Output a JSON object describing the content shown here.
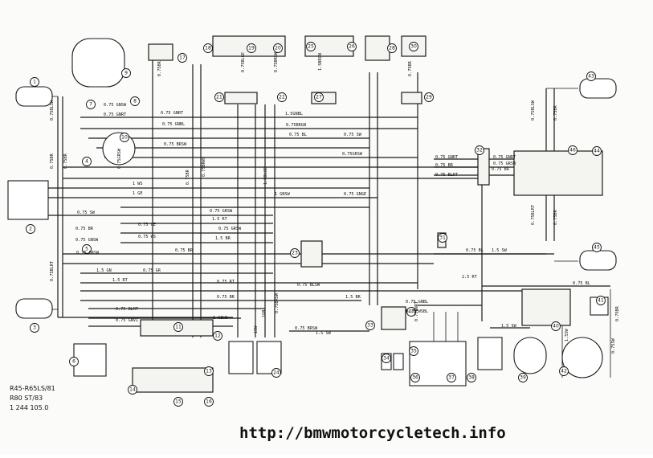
{
  "diagram": {
    "notes": [
      "R45-R65LS/81",
      "R80 ST/83",
      "1 244 105.0"
    ],
    "watermark": "http://bmwmotorcycletech.info",
    "component_numbers": [
      "1",
      "2",
      "3",
      "4",
      "5",
      "6",
      "7",
      "8",
      "9",
      "10",
      "11",
      "12",
      "13",
      "14",
      "15",
      "16",
      "17",
      "18",
      "19",
      "20",
      "21",
      "22",
      "23",
      "24",
      "25",
      "26",
      "27",
      "28",
      "29",
      "30",
      "31",
      "32",
      "33",
      "34",
      "35",
      "36",
      "37",
      "38",
      "39",
      "40",
      "41",
      "42",
      "43",
      "44",
      "45",
      "46",
      "47"
    ],
    "wire_labels": {
      "h1": "0.75 GNRT",
      "h2": "0.75 GNBL",
      "h3": "1.5GNBL",
      "h4": "0.75BRGN",
      "h5": "0.75 BL",
      "h6": "0.75 SW",
      "h7": "0.75 BRSW",
      "h8": "0.75GRSW",
      "h9": "1 WS",
      "h10": "1 GE",
      "h11": "1 GNSW",
      "h12": "0.75 GNGE",
      "h13": "0.75 GRSW",
      "h14": "1.5 RT",
      "h15": "0.75 GE",
      "h16": "0.75 GRSW",
      "h17": "0.75 WS",
      "h18": "1.5 BR",
      "h19": "0.75 BR",
      "h20": "0.75 BL",
      "h21": "1.5 SW",
      "h22": "1.5 GN",
      "h23": "0.75 GR",
      "h24": "1.5 RT",
      "h25": "0.75 RT",
      "h26": "0.75 BLSW",
      "h27": "0.75 BR",
      "h28": "1.5 BR",
      "h29": "2.5 RT",
      "h30": "0.75 BL",
      "h31": "0.75 BLRT",
      "h32": "0.75 GNVI",
      "h33": "1 GEWS",
      "h34": "0.75 BRSW",
      "h35": "1.5 SW",
      "h36": "0.75 GNRT",
      "h37": "0.75 GNRT",
      "h38": "0.75 GRSW",
      "h39": "0.75 BR",
      "h40": "0.75 BR",
      "h41": "0.75 BLRT",
      "h42": "0.75 GNSW",
      "h43": "0.75 GNRT",
      "h44": "0.75 GNBL",
      "h45": "0.75 WSBL",
      "h46": "1.5 SW",
      "h47": "0.75 SW",
      "h48": "0.75 BR",
      "h49": "0.75 GNSW",
      "h50": "0.75 BRSW",
      "v1": "0.75BLSW",
      "v2": "0.75BR",
      "v3": "0.75BLRT",
      "v4": "0.75BR",
      "v5": "0.75BLSW",
      "v6": "0.75BR",
      "v7": "0.75BLRT",
      "v8": "0.75BR",
      "v9": "0.75BR",
      "v10": "0.75BLGE",
      "v11": "1.5BLGE",
      "v12": "0.75BRSW",
      "v13": "0.75BRWS",
      "v14": "0.75GRSW",
      "v15": "1.5BRGN",
      "v16": "0.75BR",
      "v17": "0.75BR",
      "v18": "0.75BRSW",
      "v19": "0.75GNRT",
      "v20": "1.5SW",
      "v21": "0.75SW",
      "v22": "0.75BR",
      "v23": "1SW",
      "v24": "1GN"
    }
  }
}
